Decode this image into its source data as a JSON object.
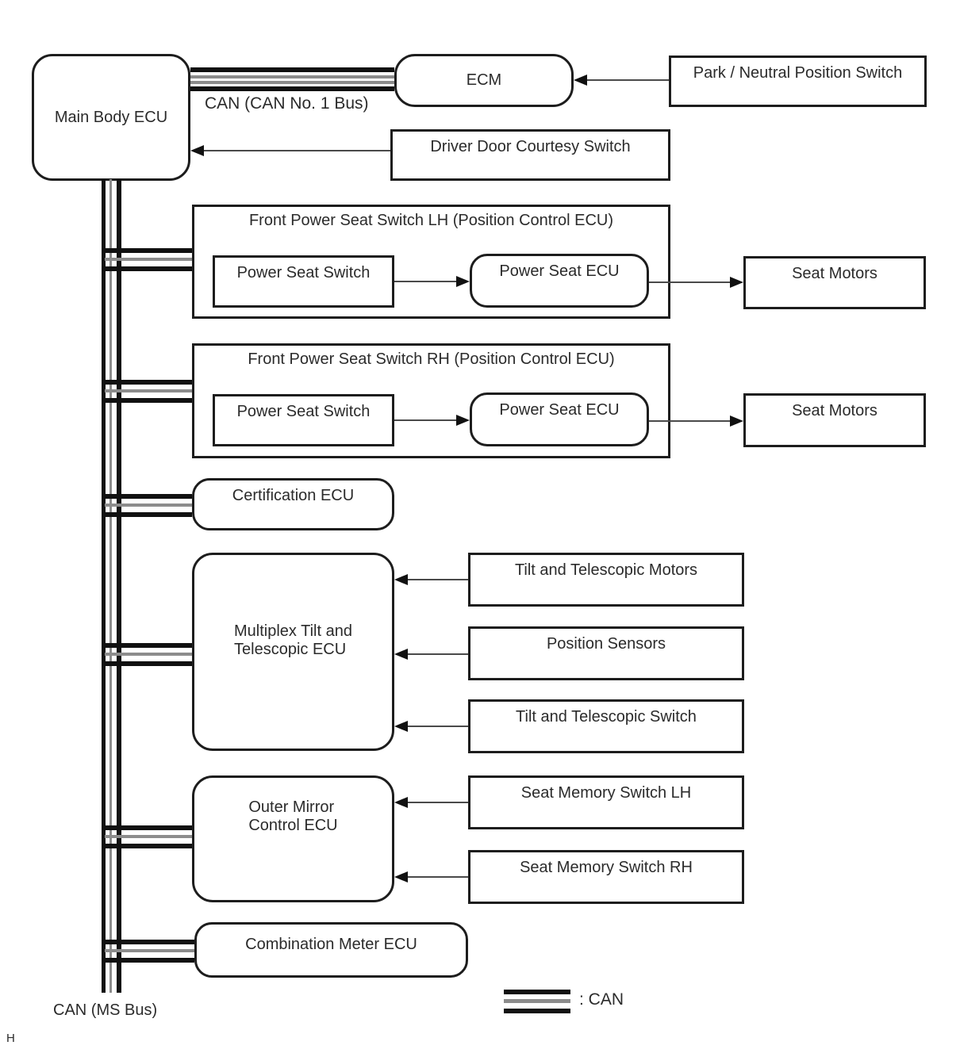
{
  "diagram": {
    "nodes": {
      "main_body_ecu": "Main Body ECU",
      "ecm": "ECM",
      "park_neutral_switch": "Park / Neutral Position Switch",
      "driver_door_switch": "Driver Door Courtesy Switch",
      "certification_ecu": "Certification ECU",
      "multiplex_tilt_ecu": "Multiplex Tilt and\nTelescopic ECU",
      "tilt_telescopic_motors": "Tilt and Telescopic Motors",
      "position_sensors": "Position Sensors",
      "tilt_telescopic_switch": "Tilt and Telescopic Switch",
      "outer_mirror_ecu": "Outer Mirror\nControl ECU",
      "seat_memory_switch_lh": "Seat Memory Switch LH",
      "seat_memory_switch_rh": "Seat Memory Switch RH",
      "combination_meter_ecu": "Combination Meter ECU"
    },
    "seat_modules": {
      "lh": {
        "title": "Front Power Seat Switch LH (Position Control ECU)",
        "switch": "Power Seat Switch",
        "ecu": "Power Seat ECU",
        "motors": "Seat Motors"
      },
      "rh": {
        "title": "Front Power Seat Switch RH (Position Control ECU)",
        "switch": "Power Seat Switch",
        "ecu": "Power Seat ECU",
        "motors": "Seat Motors"
      }
    },
    "labels": {
      "can1_bus": "CAN (CAN No. 1 Bus)",
      "ms_bus": "CAN (MS Bus)",
      "legend_can": ": CAN",
      "page_marker": "H"
    },
    "colors": {
      "can_line_black": "#111111",
      "can_line_gray": "#8c8c8c",
      "box_border": "#1d1d1d",
      "text": "#2b2b2b",
      "arrow_line": "#4a4a4a"
    }
  }
}
